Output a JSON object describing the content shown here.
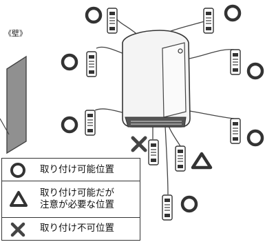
{
  "wall_label": "《壁》",
  "legend": {
    "possible": "取り付け可能位置",
    "caution_line1": "取り付け可能だが",
    "caution_line2": "注意が必要な位置",
    "impossible": "取り付け不可位置"
  },
  "colors": {
    "ink": "#333333",
    "mark_possible": "#333333",
    "mark_caution": "#333333",
    "mark_impossible": "#444444",
    "wall_fill": "#8f8f8f",
    "heater_body": "#f4f4f4"
  },
  "icons": {
    "possible": "circle-icon",
    "caution": "triangle-icon",
    "impossible": "cross-icon"
  },
  "remotes": [
    {
      "id": "remote-top-left",
      "mark": "possible"
    },
    {
      "id": "remote-top-right",
      "mark": "possible"
    },
    {
      "id": "remote-upper-left",
      "mark": "possible"
    },
    {
      "id": "remote-upper-right",
      "mark": "possible"
    },
    {
      "id": "remote-lower-left",
      "mark": "possible"
    },
    {
      "id": "remote-lower-right",
      "mark": "possible"
    },
    {
      "id": "remote-bottom-left",
      "mark": "impossible"
    },
    {
      "id": "remote-bottom-center",
      "mark": "caution"
    },
    {
      "id": "remote-bottom",
      "mark": "possible"
    }
  ]
}
